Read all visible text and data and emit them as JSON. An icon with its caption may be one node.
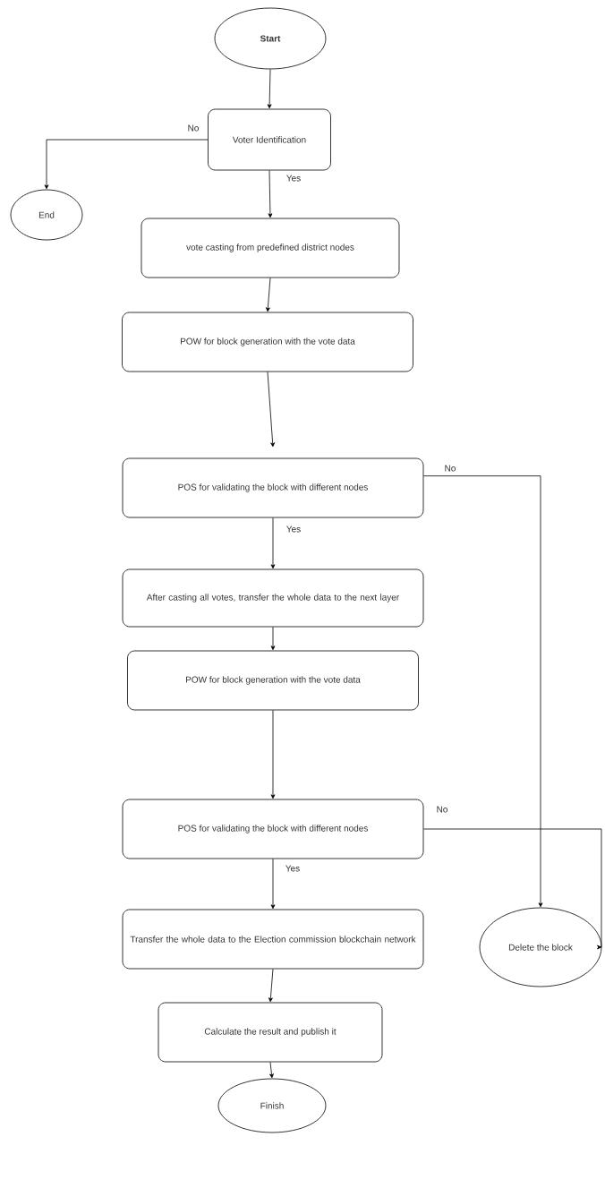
{
  "diagram": {
    "nodes": [
      {
        "text": [
          "**Start**"
        ]
      },
      {
        "text": [
          "Voter Identification"
        ]
      },
      {
        "text": [
          "End"
        ]
      },
      {
        "text": [
          "vote casting from predefined district nodes"
        ]
      },
      {
        "text": [
          "POW for block generation with the vote data"
        ]
      },
      {
        "text": [
          "POS for validating the block with different nodes"
        ]
      },
      {
        "text": [
          "After casting all votes, transfer the whole data to the next layer"
        ]
      },
      {
        "text": [
          "POW for block generation with the vote data"
        ]
      },
      {
        "text": [
          "POS for validating the block with different nodes"
        ]
      },
      {
        "text": [
          "Transfer the whole data to the Election commission blockchain network"
        ]
      },
      {
        "text": [
          "Delete the block"
        ]
      },
      {
        "text": [
          "Calculate the result and publish it"
        ]
      },
      {
        "text": [
          "Finish"
        ]
      }
    ],
    "edges": [
      {
        "from": 0,
        "to": 1,
        "arrow": "to"
      },
      {
        "from": 1,
        "to": 2,
        "arrow": "to",
        "label": "No"
      },
      {
        "from": 1,
        "to": 3,
        "arrow": "to",
        "label": "Yes"
      },
      {
        "from": 3,
        "to": 4,
        "arrow": "to"
      },
      {
        "from": 4,
        "to": 5,
        "arrow": "to"
      },
      {
        "from": 5,
        "to": 10,
        "arrow": "to",
        "label": "No"
      },
      {
        "from": 5,
        "to": 6,
        "arrow": "to",
        "label": "Yes"
      },
      {
        "from": 6,
        "to": 7,
        "arrow": "to"
      },
      {
        "from": 7,
        "to": 8,
        "arrow": "to"
      },
      {
        "from": 8,
        "to": 10,
        "arrow": "to",
        "label": "No"
      },
      {
        "from": 8,
        "to": 9,
        "arrow": "to",
        "label": "Yes"
      },
      {
        "from": 9,
        "to": 11,
        "arrow": "to"
      },
      {
        "from": 11,
        "to": 12,
        "arrow": "to"
      }
    ]
  }
}
